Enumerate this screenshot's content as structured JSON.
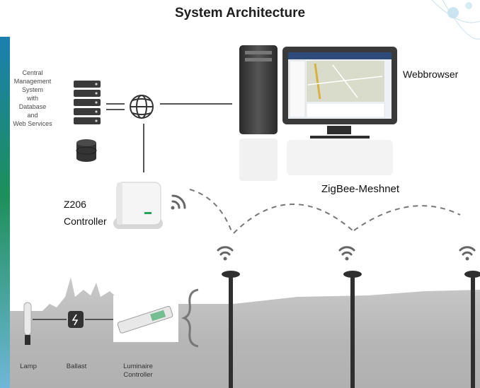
{
  "title": "System Architecture",
  "cms": {
    "lines": [
      "Central",
      "Management",
      "System",
      "with",
      "Database",
      "and",
      "Web Services"
    ]
  },
  "labels": {
    "webbrowser": "Webbrowser",
    "zigbee": "ZigBee-Meshnet",
    "controller_line1": "Z206",
    "controller_line2": "Controller",
    "lamp": "Lamp",
    "ballast": "Ballast",
    "luminaire_line1": "Luminaire",
    "luminaire_line2": "Controller"
  },
  "colors": {
    "accent_green": "#1f8a4c",
    "panel_blue": "#1f6fa0",
    "ground_gray": "#bdbdbd",
    "device_dark": "#3d3d3d"
  }
}
